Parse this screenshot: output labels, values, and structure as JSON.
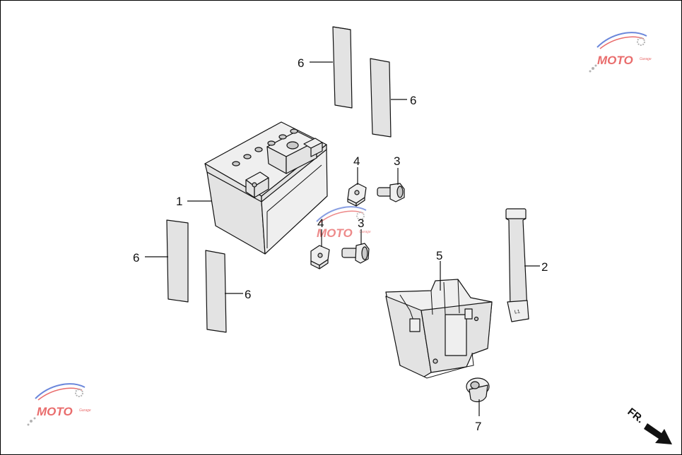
{
  "callouts": {
    "battery": "1",
    "strap": "2",
    "bolt_upper": "3",
    "bolt_lower": "3",
    "nut_upper": "4",
    "nut_lower": "4",
    "battery_box": "5",
    "pad_top_left": "6",
    "pad_top_right": "6",
    "pad_bottom_left": "6",
    "pad_bottom_right": "6",
    "cushion": "7"
  },
  "direction_label": "FR.",
  "watermark": {
    "brand": "MOTO",
    "sub": "Garage",
    "colors": {
      "primary": "#e23b3b",
      "accent": "#3a5fd0",
      "gray": "#9a9a9a"
    }
  }
}
